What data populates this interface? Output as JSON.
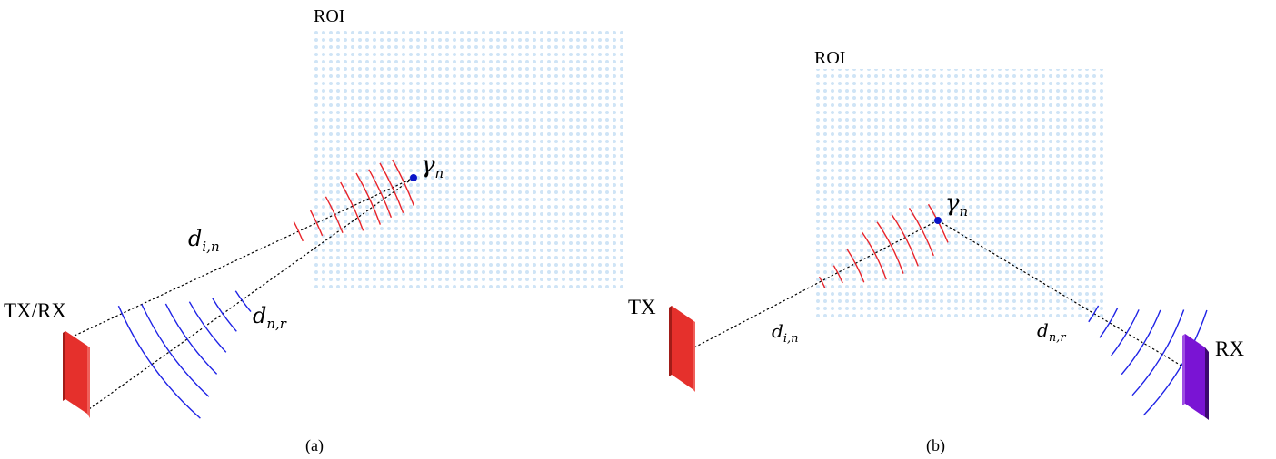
{
  "panel_a": {
    "roi_label": "ROI",
    "device_label": "TX/RX",
    "gamma": {
      "symbol": "γ",
      "sub": "n"
    },
    "d_in": {
      "main": "d",
      "sub": "i,n"
    },
    "d_nr": {
      "main": "d",
      "sub": "n,r"
    },
    "caption": "(a)"
  },
  "panel_b": {
    "roi_label": "ROI",
    "tx_label": "TX",
    "rx_label": "RX",
    "gamma": {
      "symbol": "γ",
      "sub": "n"
    },
    "d_in": {
      "main": "d",
      "sub": "i,n"
    },
    "d_nr": {
      "main": "d",
      "sub": "n,r"
    },
    "caption": "(b)"
  },
  "colors": {
    "roi_dots": "#cfe4f6",
    "incident_wave": "#e8242a",
    "scattered_wave": "#1f23e6",
    "scatterer": "#0a14c8",
    "tx_panel": "#e5302c",
    "rx_panel": "#7a14d4"
  }
}
